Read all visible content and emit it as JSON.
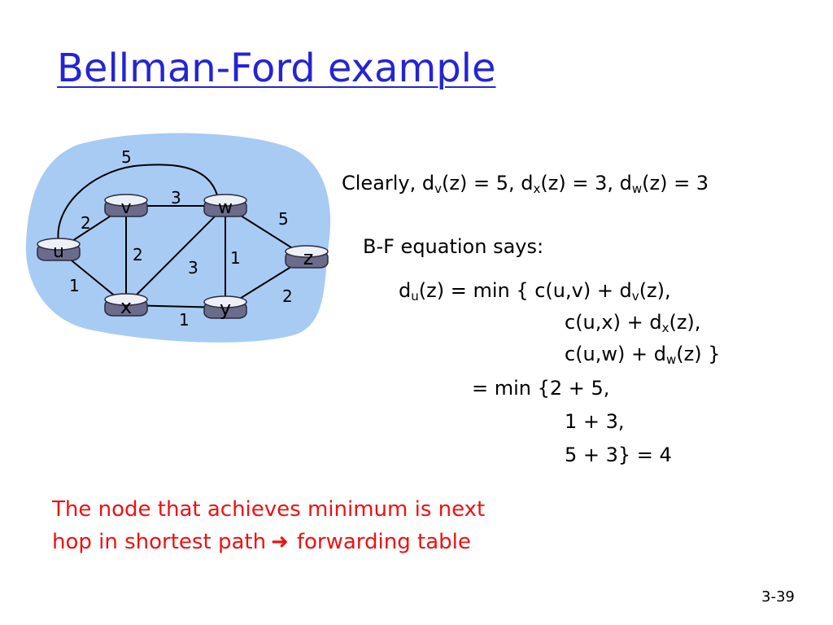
{
  "slide": {
    "title": "Bellman-Ford example",
    "number": "3-39"
  },
  "graph": {
    "nodes": [
      {
        "id": "u",
        "label": "u"
      },
      {
        "id": "v",
        "label": "v"
      },
      {
        "id": "w",
        "label": "w"
      },
      {
        "id": "x",
        "label": "x"
      },
      {
        "id": "y",
        "label": "y"
      },
      {
        "id": "z",
        "label": "z"
      }
    ],
    "edges": [
      {
        "from": "u",
        "to": "v",
        "cost": "2"
      },
      {
        "from": "u",
        "to": "x",
        "cost": "1"
      },
      {
        "from": "u",
        "to": "w",
        "cost": "5"
      },
      {
        "from": "v",
        "to": "w",
        "cost": "3"
      },
      {
        "from": "v",
        "to": "x",
        "cost": "2"
      },
      {
        "from": "x",
        "to": "w",
        "cost": "3"
      },
      {
        "from": "x",
        "to": "y",
        "cost": "1"
      },
      {
        "from": "w",
        "to": "y",
        "cost": "1"
      },
      {
        "from": "w",
        "to": "z",
        "cost": "5"
      },
      {
        "from": "y",
        "to": "z",
        "cost": "2"
      }
    ],
    "colors": {
      "cloud": "#a8cbf4",
      "router": "#6b6b8c",
      "router_top": "#eef0f8",
      "link": "#000000"
    }
  },
  "clearly": {
    "prefix": "Clearly, d",
    "sub_v": "v",
    "part_v": "(z) = 5, d",
    "sub_x": "x",
    "part_x": "(z) = 3, d",
    "sub_w": "w",
    "part_w": "(z) = 3"
  },
  "equation": {
    "intro": "B-F equation says:",
    "line1": {
      "d": "d",
      "sub_u": "u",
      "rest": "(z) = min { c(u,v) + d",
      "sub_v": "v",
      "end": "(z),"
    },
    "line2": {
      "pre": "c(u,x) + d",
      "sub_x": "x",
      "end": "(z),"
    },
    "line3": {
      "pre": "c(u,w) + d",
      "sub_w": "w",
      "end": "(z) }"
    },
    "line4": "= min {2 + 5,",
    "line5": "1 + 3,",
    "line6": "5 + 3}  = 4"
  },
  "note": {
    "line1": "The node that achieves minimum is next",
    "line2_prefix": "hop in shortest path",
    "arrow": "➜",
    "line2_suffix": "forwarding table",
    "color": "#ee1111"
  }
}
